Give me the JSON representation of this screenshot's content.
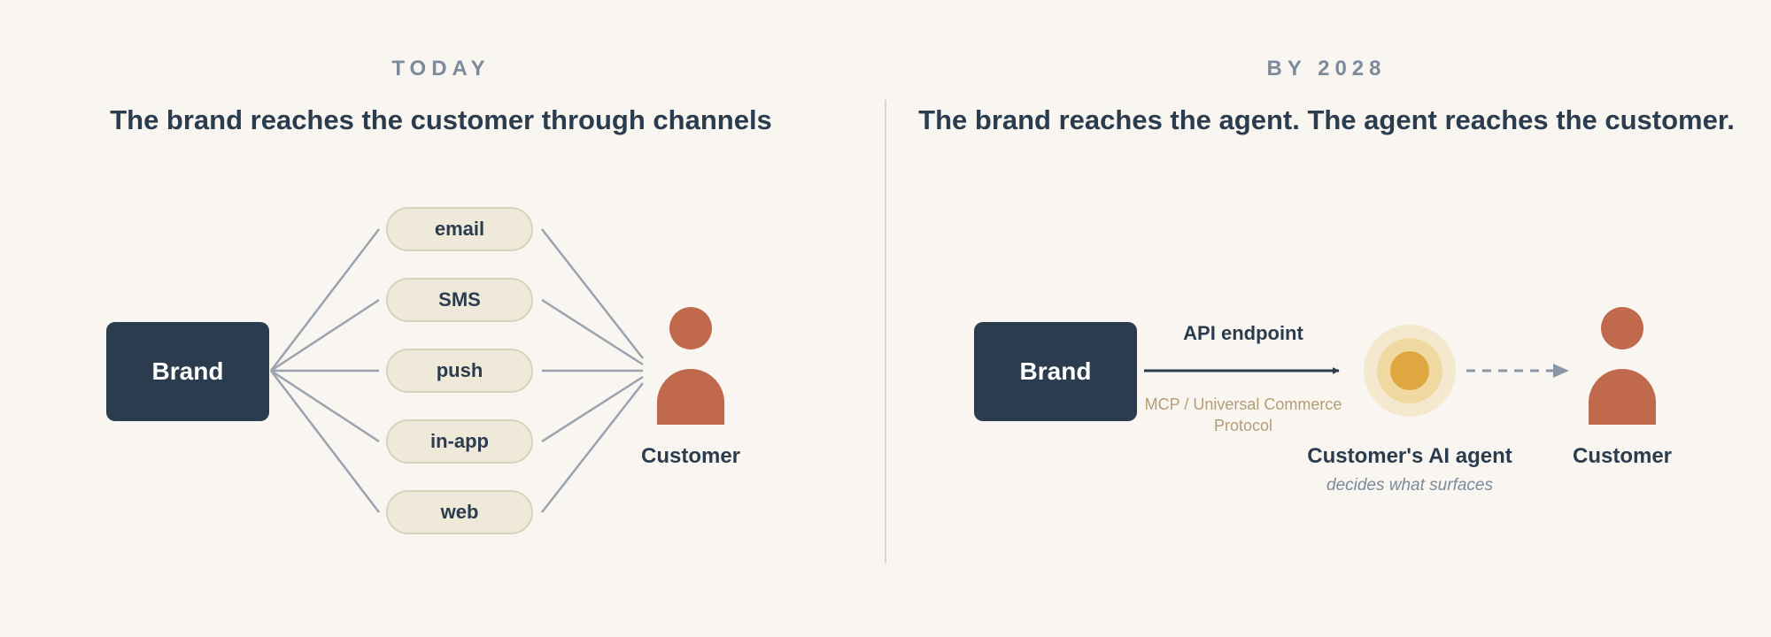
{
  "left": {
    "eyebrow": "TODAY",
    "title": "The brand reaches the customer through channels",
    "brand": "Brand",
    "channels": [
      "email",
      "SMS",
      "push",
      "in-app",
      "web"
    ],
    "customer": "Customer"
  },
  "right": {
    "eyebrow": "BY 2028",
    "title": "The brand reaches the agent. The agent reaches the customer.",
    "brand": "Brand",
    "arrow_label": "API endpoint",
    "protocol_note": "MCP / Universal Commerce Protocol",
    "agent_label": "Customer's AI agent",
    "agent_sub": "decides what surfaces",
    "customer": "Customer"
  },
  "colors": {
    "background": "#f9f6f1",
    "navy": "#2b3c4e",
    "person": "#c0694c",
    "pill_fill": "#efe9d9",
    "agent_core": "#dea73f",
    "connector": "#9aa3ae",
    "divider": "#ddd6c8"
  }
}
